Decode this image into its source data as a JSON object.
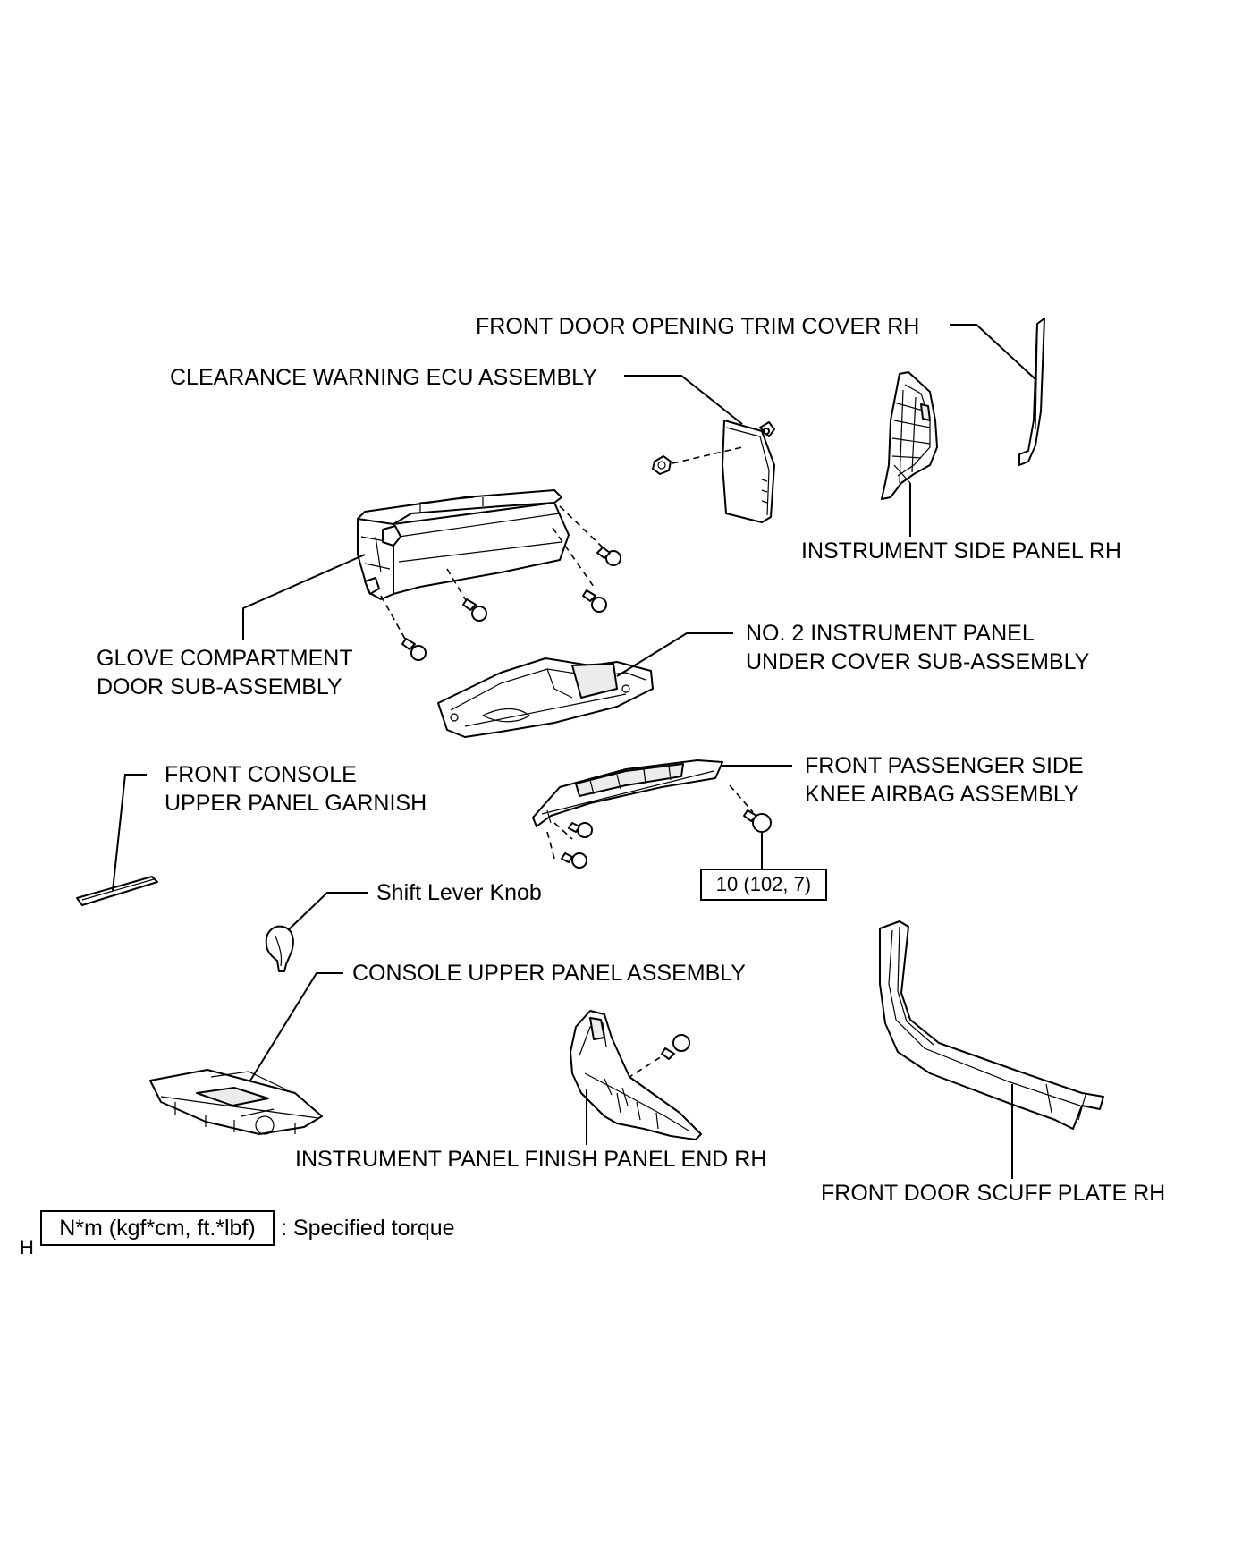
{
  "labels": {
    "front_door_opening_trim_cover": "FRONT DOOR OPENING TRIM COVER RH",
    "clearance_warning_ecu": "CLEARANCE WARNING ECU ASSEMBLY",
    "instrument_side_panel": "INSTRUMENT SIDE PANEL RH",
    "glove_compartment": [
      "GLOVE COMPARTMENT",
      "DOOR SUB-ASSEMBLY"
    ],
    "under_cover": [
      "NO. 2 INSTRUMENT PANEL",
      "UNDER COVER SUB-ASSEMBLY"
    ],
    "front_console_garnish": [
      "FRONT CONSOLE",
      "UPPER PANEL GARNISH"
    ],
    "knee_airbag": [
      "FRONT PASSENGER SIDE",
      "KNEE AIRBAG ASSEMBLY"
    ],
    "torque_value": "10 (102, 7)",
    "shift_lever_knob": "Shift Lever Knob",
    "console_upper_panel": "CONSOLE UPPER PANEL ASSEMBLY",
    "finish_panel_end": "INSTRUMENT PANEL FINISH PANEL END RH",
    "scuff_plate": "FRONT DOOR SCUFF PLATE RH"
  },
  "legend": {
    "units": "N*m (kgf*cm, ft.*lbf)",
    "description": ": Specified torque",
    "corner_mark": "H"
  }
}
